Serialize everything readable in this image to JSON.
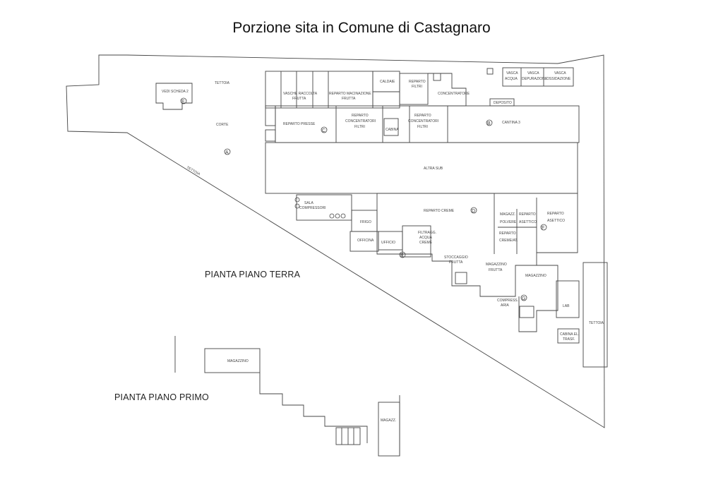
{
  "title": "Porzione sita in Comune di Castagnaro",
  "sections": {
    "ground_floor": "PIANTA PIANO TERRA",
    "first_floor": "PIANTA PIANO PRIMO"
  },
  "rooms": {
    "vedi_scheda": "VEDI SCHEDA 2",
    "tettoia_top": "TETTOIA",
    "corte": "CORTE",
    "vasche_raccolta": "VASCHE RACCOLTA",
    "vasche_raccolta_sub": "FRUTTA",
    "reparto_macinazione": "REPARTO MACINAZIONE",
    "reparto_macinazione_sub": "FRUTTA",
    "caldaie": "CALDAIE",
    "reparto_filtri": "REPARTO",
    "reparto_filtri_sub": "FILTRI",
    "vasca_acqua": "VASCA",
    "vasca_acqua_sub": "ACQUA",
    "vasca_depurazione": "VASCA",
    "vasca_depurazione_sub": "DEPURAZIONE",
    "vasca_ossidazione": "VASCA",
    "vasca_ossidazione_sub": "OSSIDAZIONE",
    "concentratore": "CONCENTRATORE",
    "deposito": "DEPOSITO",
    "reparto_presse": "REPARTO PRESSE",
    "reparto_conc_filtri_1a": "REPARTO",
    "reparto_conc_filtri_1b": "CONCENTRATORI",
    "reparto_conc_filtri_1c": "FILTRI",
    "reparto_conc_filtri_2a": "REPARTO",
    "reparto_conc_filtri_2b": "CONCENTRATORI",
    "reparto_conc_filtri_2c": "FILTRI",
    "cabina": "CABINA",
    "cantina": "CANTINA 3",
    "altra_sub": "ALTRA SUB",
    "tettoia_diag": "TETTOIA",
    "sala_compressori_a": "SALA",
    "sala_compressori_b": "COMPRESSORI",
    "reparto_creme": "REPARTO CREME",
    "frigo": "FRIGO",
    "officina": "OFFICINA",
    "ufficio": "UFFICIO",
    "filtraggio_a": "FILTRAGG.",
    "filtraggio_b": "ACQUA",
    "filtraggio_c": "CREME",
    "stoccaggio_a": "STOCCAGGIO",
    "stoccaggio_b": "FRUTTA",
    "magazz_polvere_a": "MAGAZZ.",
    "magazz_polvere_b": "POLVERE",
    "reparto_asettico_1a": "REPARTO",
    "reparto_asettico_1b": "ASETTICO",
    "reparto_asettico_2a": "REPARTO",
    "reparto_asettico_2b": "ASETTICO",
    "reparto_creme_small_a": "REPARTO",
    "reparto_creme_small_b": "CREME/AT.",
    "magazzino_frutta_a": "MAGAZZINO",
    "magazzino_frutta_b": "FRUTTA",
    "magazzino": "MAGAZZINO",
    "compressori_a": "COMPRESS.",
    "compressori_b": "ARIA",
    "lab": "LAB",
    "cabina_trasf_a": "CABINA EL.",
    "cabina_trasf_b": "TRASF.",
    "tettoia_right": "TETTOIA",
    "magazzino_pp": "MAGAZZINO",
    "magazz_pp2": "MAGAZZ."
  },
  "markers": {
    "A": "A",
    "B": "B",
    "C": "C",
    "D": "D",
    "E_top": "E",
    "E_mid": "E",
    "F": "F",
    "G": "G"
  }
}
